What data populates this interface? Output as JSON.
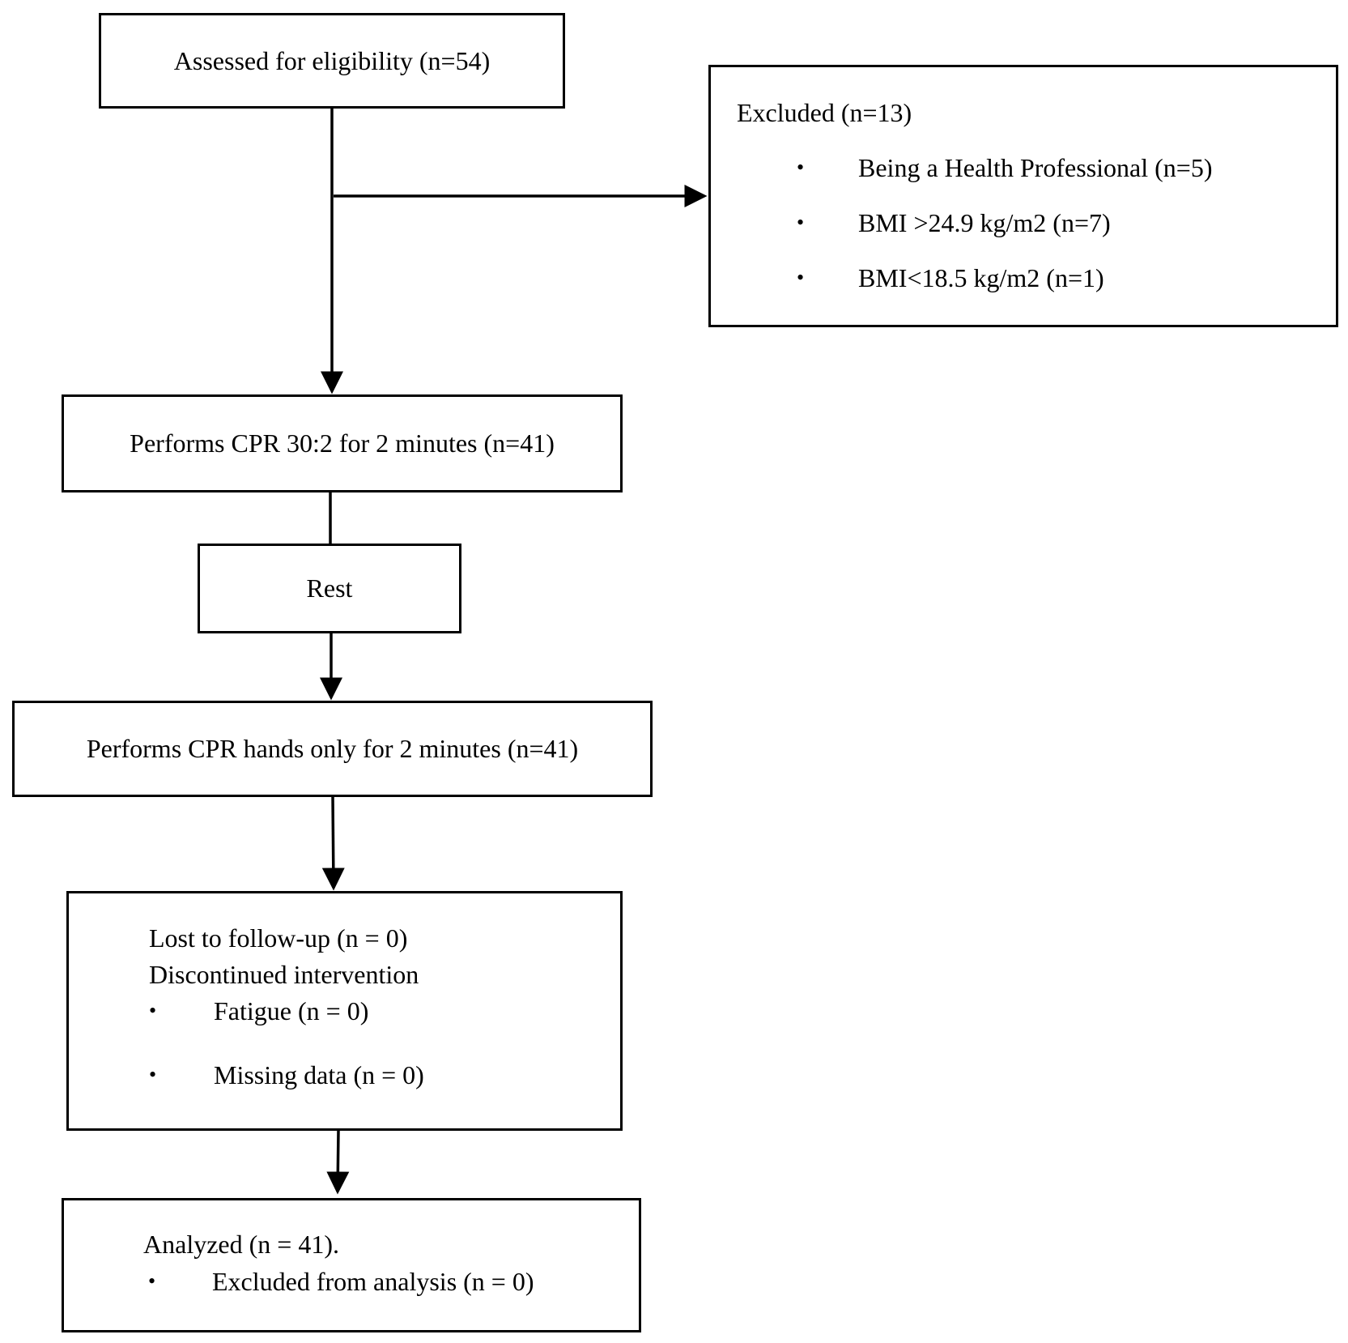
{
  "eligibility": {
    "label": "Assessed for eligibility (n=54)"
  },
  "excluded": {
    "title": "Excluded (n=13)",
    "bullet": "•",
    "items": [
      "Being a Health Professional (n=5)",
      "BMI >24.9 kg/m2 (n=7)",
      "BMI<18.5 kg/m2 (n=1)"
    ]
  },
  "cpr_30_2": {
    "label": "Performs CPR 30:2 for 2 minutes (n=41)"
  },
  "rest": {
    "label": "Rest"
  },
  "cpr_hands_only": {
    "label": "Performs CPR hands only for 2 minutes (n=41)"
  },
  "follow_up": {
    "lost": "Lost to follow-up (n = 0)",
    "discontinued": "Discontinued intervention",
    "bullet": "•",
    "items": [
      "Fatigue (n = 0)",
      "Missing data (n = 0)"
    ]
  },
  "analysis": {
    "analyzed": "Analyzed (n = 41).",
    "bullet": "•",
    "items": [
      "Excluded from analysis (n = 0)"
    ]
  }
}
